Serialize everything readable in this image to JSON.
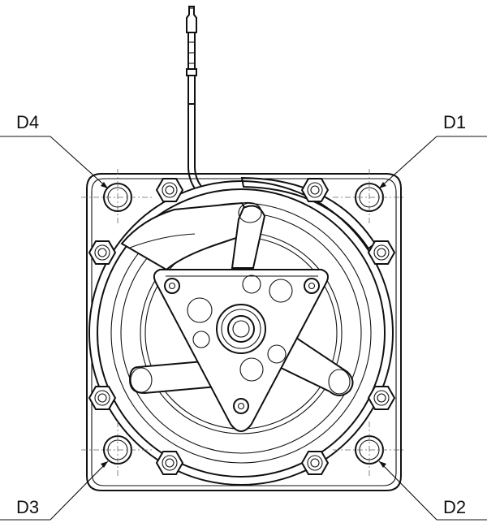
{
  "labels": {
    "d1": "D1",
    "d2": "D2",
    "d3": "D3",
    "d4": "D4"
  },
  "colors": {
    "line": "#111111",
    "background": "#ffffff",
    "centerline": "#666666"
  }
}
